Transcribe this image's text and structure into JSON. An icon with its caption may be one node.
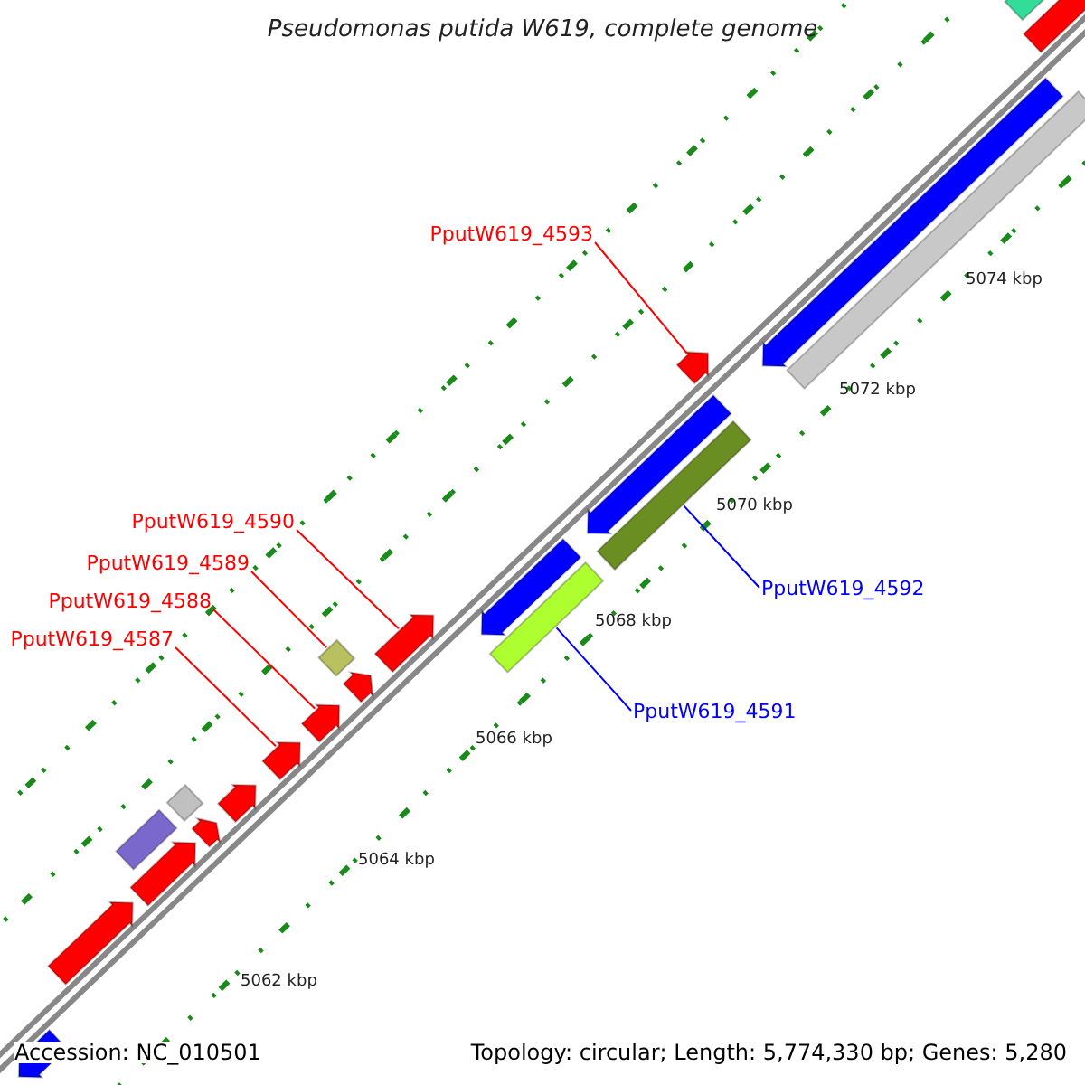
{
  "diagram": {
    "title": "Pseudomonas putida W619, complete genome",
    "nodes": [
      {
        "text": [
          "PputW619_4593"
        ]
      },
      {
        "text": [
          "PputW619_4590"
        ]
      },
      {
        "text": [
          "PputW619_4589"
        ]
      },
      {
        "text": [
          "PputW619_4592"
        ]
      },
      {
        "text": [
          "PputW619_4588"
        ]
      },
      {
        "text": [
          "PputW619_4587"
        ]
      },
      {
        "text": [
          "PputW619_4591"
        ]
      },
      {
        "text": [],
        "shape": "arrow"
      },
      {
        "text": [],
        "shape": "arrow"
      },
      {
        "text": [],
        "shape": "bar"
      },
      {
        "text": [],
        "shape": "arrow"
      },
      {
        "text": [],
        "shape": "bar"
      },
      {
        "text": [],
        "shape": "arrow"
      },
      {
        "text": [],
        "shape": "arrow"
      },
      {
        "text": [],
        "shape": "arrow"
      },
      {
        "text": [],
        "shape": "arrow"
      },
      {
        "text": [],
        "shape": "bar"
      },
      {
        "text": [],
        "shape": "arrow"
      },
      {
        "text": [],
        "shape": "arrow"
      },
      {
        "text": [],
        "shape": "bar"
      },
      {
        "text": [],
        "shape": "arrow"
      },
      {
        "text": [],
        "shape": "bar"
      },
      {
        "text": [],
        "shape": "arrow"
      },
      {
        "text": [],
        "shape": "arrow"
      },
      {
        "text": [],
        "shape": "arrow"
      },
      {
        "text": [],
        "shape": "bar"
      },
      {
        "text": [],
        "shape": "arrow"
      },
      {
        "text": [],
        "shape": "bar"
      }
    ],
    "edges": [
      {
        "from": 0,
        "to": 23,
        "arrow": "none",
        "color": "#ff0000"
      },
      {
        "from": 1,
        "to": 18,
        "arrow": "none",
        "color": "#ff0000"
      },
      {
        "from": 2,
        "to": 16,
        "arrow": "none",
        "color": "#ff0000"
      },
      {
        "from": 3,
        "to": 21,
        "arrow": "none",
        "color": "#0000ff"
      },
      {
        "from": 4,
        "to": 15,
        "arrow": "none",
        "color": "#ff0000"
      },
      {
        "from": 5,
        "to": 14,
        "arrow": "none",
        "color": "#ff0000"
      },
      {
        "from": 6,
        "to": 19,
        "arrow": "none",
        "color": "#0000ff"
      }
    ],
    "labels": [
      "5074 kbp",
      "5072 kbp",
      "5070 kbp",
      "5068 kbp",
      "5066 kbp",
      "5064 kbp",
      "5062 kbp",
      "Accession: NC_010501",
      "Topology: circular; Length: 5,774,330 bp; Genes: 5,280"
    ]
  }
}
